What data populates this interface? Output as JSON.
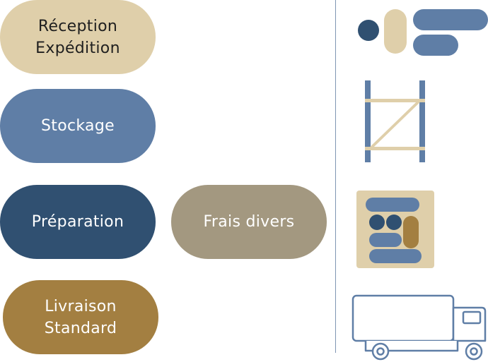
{
  "colors": {
    "sand": "#dfcfaa",
    "steel": "#5f7ea6",
    "navy": "#305071",
    "taupe": "#a39880",
    "ochre": "#a37f41",
    "text_dark": "#1f1f1f",
    "text_light": "#ffffff",
    "line": "#7f95b3"
  },
  "services": {
    "reception": "Réception\nExpédition",
    "stockage": "Stockage",
    "preparation": "Préparation",
    "frais_divers": "Frais divers",
    "livraison": "Livraison\nStandard"
  },
  "icons": [
    "flow-shapes-icon",
    "pallet-rack-icon",
    "order-picking-icon",
    "delivery-truck-icon"
  ]
}
